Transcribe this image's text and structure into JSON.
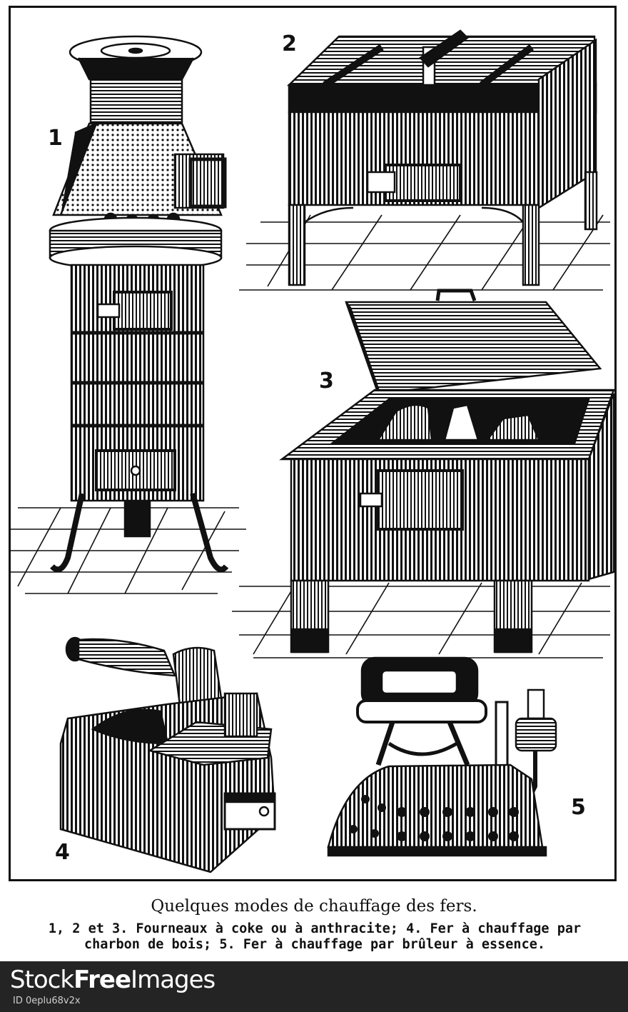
{
  "plate": {
    "figure_numbers": [
      "1",
      "2",
      "3",
      "4",
      "5"
    ]
  },
  "caption": {
    "title": "Quelques modes de chauffage des fers.",
    "line1": "1, 2 et 3. Fourneaux à coke ou à anthracite; 4. Fer à chauffage par",
    "line2": "charbon de bois; 5. Fer à chauffage par brûleur à essence."
  },
  "footer": {
    "logo_part1": "Stock",
    "logo_part2": "Free",
    "logo_part3": "Images",
    "id_text": "ID 0eplu68v2x"
  }
}
